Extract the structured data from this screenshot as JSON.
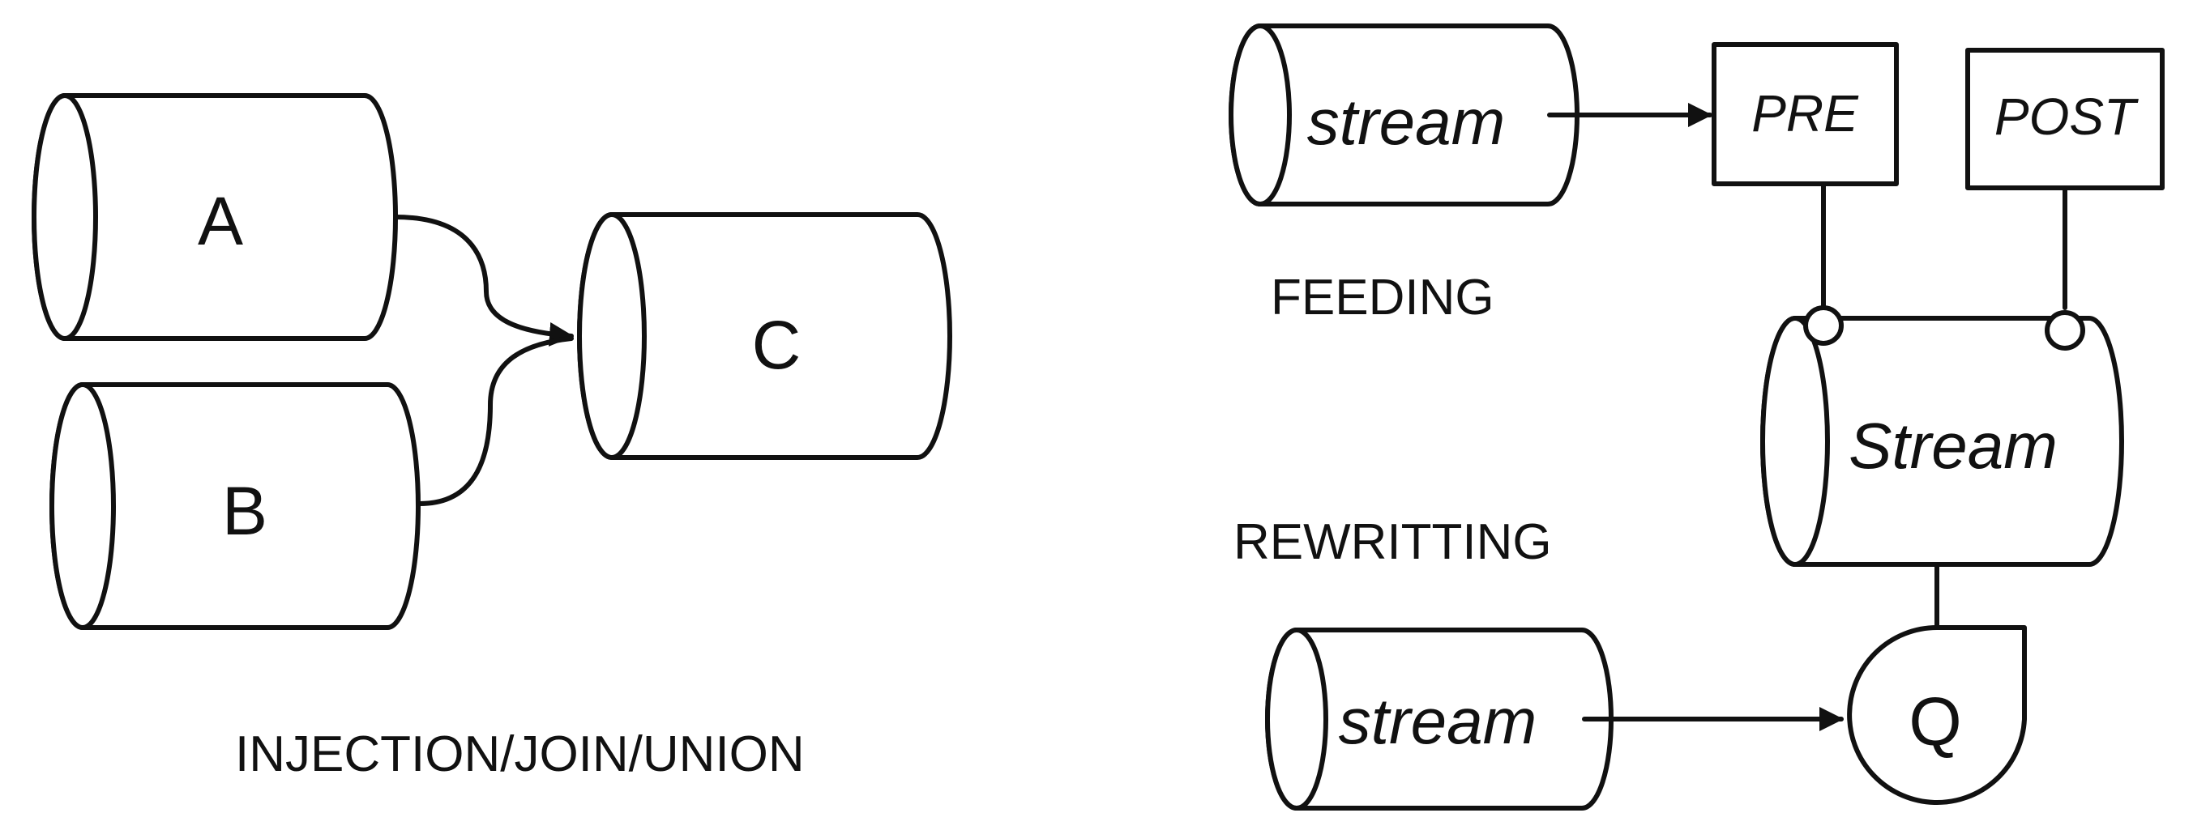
{
  "left_panel": {
    "cylinders": {
      "a": "A",
      "b": "B",
      "c": "C"
    },
    "caption": "INJECTION/JOIN/UNION"
  },
  "right_panel": {
    "stream_top": "stream",
    "box_pre": "PRE",
    "box_post": "POST",
    "caption_feeding": "FEEDING",
    "stream_main": "Stream",
    "caption_rewriting": "REWRITTING",
    "stream_bottom": "stream",
    "query_node": "Q"
  }
}
